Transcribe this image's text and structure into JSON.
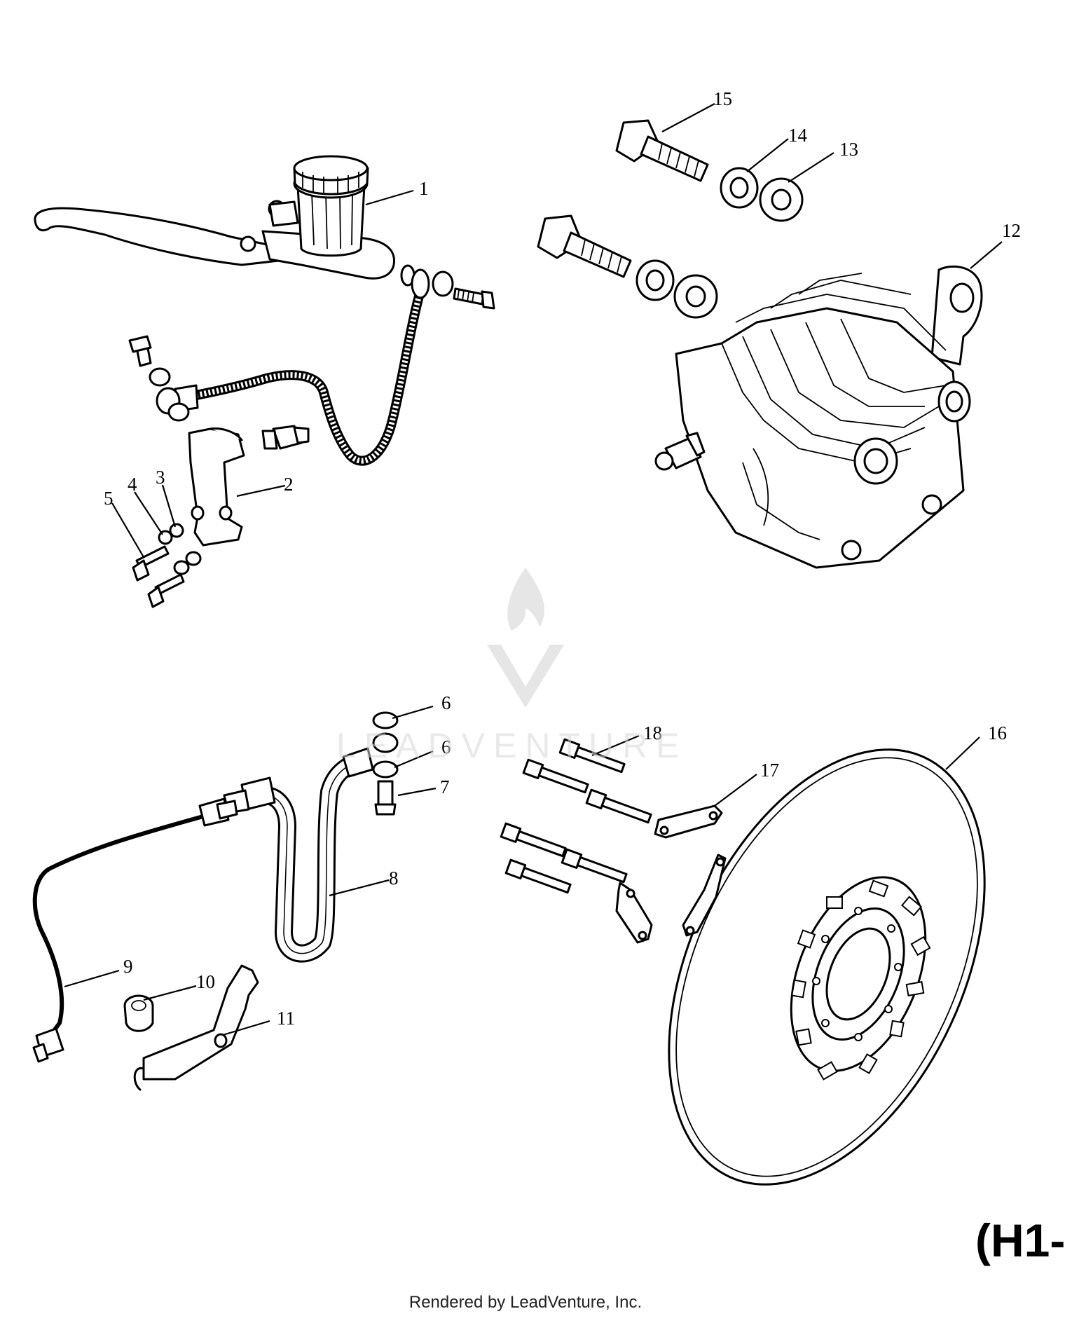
{
  "diagram": {
    "callouts": [
      "1",
      "2",
      "3",
      "4",
      "5",
      "6",
      "6",
      "7",
      "8",
      "9",
      "10",
      "11",
      "12",
      "13",
      "14",
      "15",
      "16",
      "17",
      "18"
    ],
    "page_code": "(H1-",
    "footer": "Rendered by LeadVenture, Inc.",
    "watermark": "LEADVENTURE",
    "watermark_logo": "flame-v-logo"
  }
}
